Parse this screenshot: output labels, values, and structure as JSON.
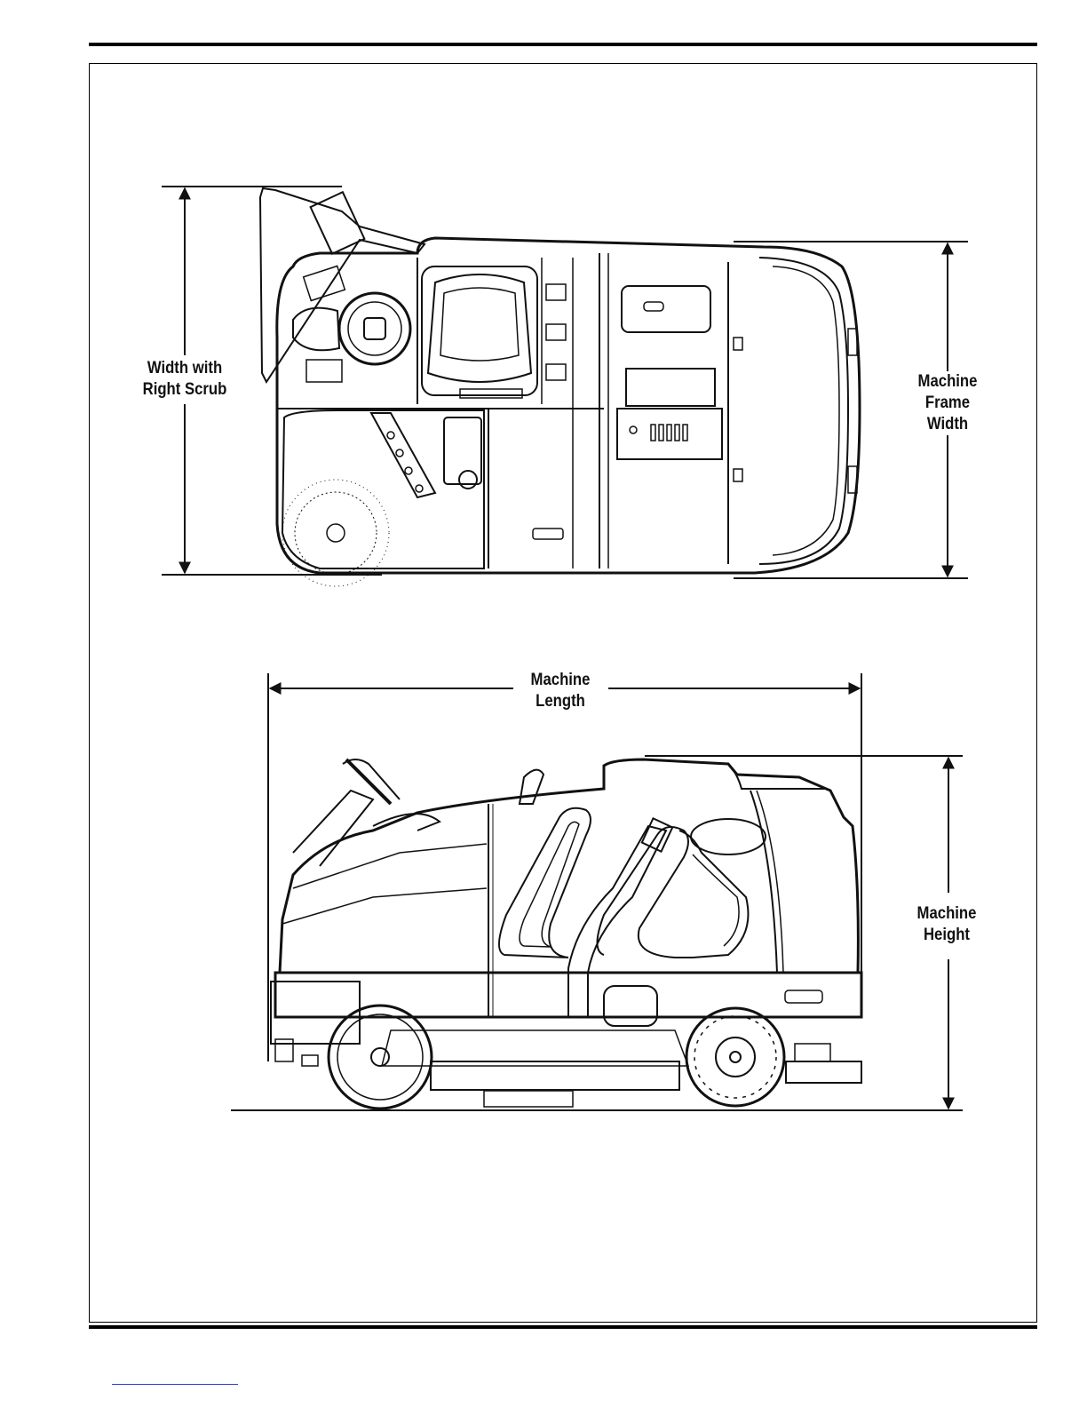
{
  "document": {
    "figure": {
      "top_view": {
        "label_scrub_width": "Width with\nRight Scrub",
        "label_frame_width": "Machine\nFrame\nWidth"
      },
      "side_view": {
        "label_length": "Machine\nLength",
        "label_height": "Machine\nHeight"
      }
    }
  }
}
